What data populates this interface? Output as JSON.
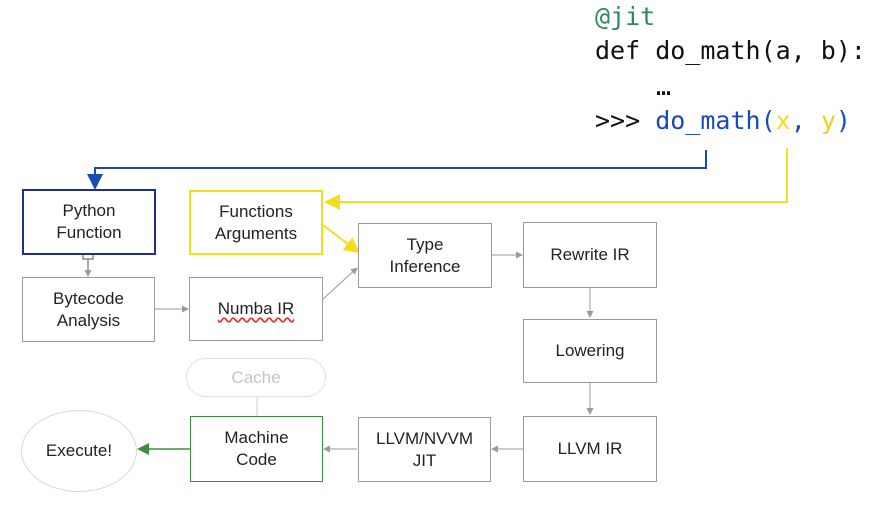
{
  "code": {
    "decorator": "@jit",
    "def_line": "def do_math(a, b):",
    "ellipsis": "…",
    "prompt": ">>>",
    "call_name": "do_math(",
    "arg_x": "x",
    "comma": ",",
    "arg_y": "y",
    "close_paren": ")"
  },
  "nodes": {
    "python_function": [
      "Python",
      "Function"
    ],
    "functions_arguments": [
      "Functions",
      "Arguments"
    ],
    "type_inference": [
      "Type",
      "Inference"
    ],
    "rewrite_ir": [
      "Rewrite IR"
    ],
    "bytecode_analysis": [
      "Bytecode",
      "Analysis"
    ],
    "numba_ir": [
      "Numba IR"
    ],
    "lowering": [
      "Lowering"
    ],
    "cache": [
      "Cache"
    ],
    "machine_code": [
      "Machine",
      "Code"
    ],
    "llvm_nvvm_jit": [
      "LLVM/NVVM",
      "JIT"
    ],
    "llvm_ir": [
      "LLVM IR"
    ],
    "execute": [
      "Execute!"
    ]
  },
  "colors": {
    "blue": "#1a4bb5",
    "navy": "#1f2f8c",
    "yellow": "#f2de1e",
    "green": "#3d8f3d",
    "gray_line": "#9a9a9a",
    "decorator_green": "#2e8b57"
  }
}
